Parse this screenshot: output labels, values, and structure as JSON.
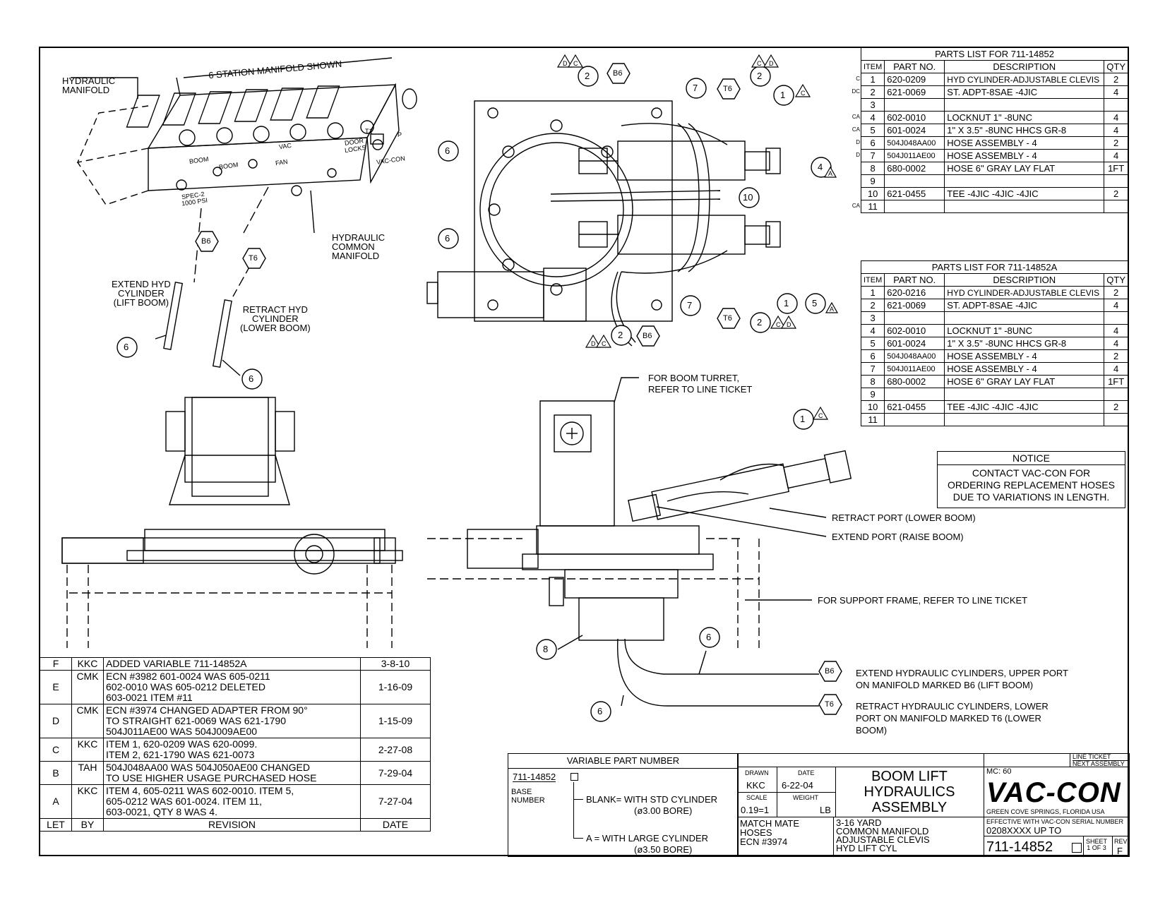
{
  "parts_list_a": {
    "title": "PARTS LIST FOR 711-14852",
    "headers": [
      "ITEM",
      "PART NO.",
      "DESCRIPTION",
      "QTY"
    ],
    "rows": [
      [
        "1",
        "620-0209",
        "HYD CYLINDER-ADJUSTABLE CLEVIS",
        "2"
      ],
      [
        "2",
        "621-0069",
        "ST. ADPT-8SAE -4JIC",
        "4"
      ],
      [
        "3",
        "",
        "",
        ""
      ],
      [
        "4",
        "602-0010",
        "LOCKNUT 1\" -8UNC",
        "4"
      ],
      [
        "5",
        "601-0024",
        "1\" X 3.5\" -8UNC HHCS GR-8",
        "4"
      ],
      [
        "6",
        "504J048AA00",
        "HOSE ASSEMBLY - 4",
        "2"
      ],
      [
        "7",
        "504J011AE00",
        "HOSE ASSEMBLY - 4",
        "4"
      ],
      [
        "8",
        "680-0002",
        "HOSE 6\" GRAY LAY FLAT",
        "1FT"
      ],
      [
        "9",
        "",
        "",
        ""
      ],
      [
        "10",
        "621-0455",
        "TEE -4JIC -4JIC -4JIC",
        "2"
      ],
      [
        "11",
        "",
        "",
        ""
      ]
    ]
  },
  "parts_list_b": {
    "title": "PARTS LIST FOR 711-14852A",
    "headers": [
      "ITEM",
      "PART NO.",
      "DESCRIPTION",
      "QTY"
    ],
    "rows": [
      [
        "1",
        "620-0216",
        "HYD CYLINDER-ADJUSTABLE CLEVIS",
        "2"
      ],
      [
        "2",
        "621-0069",
        "ST. ADPT-8SAE -4JIC",
        "4"
      ],
      [
        "3",
        "",
        "",
        ""
      ],
      [
        "4",
        "602-0010",
        "LOCKNUT 1\" -8UNC",
        "4"
      ],
      [
        "5",
        "601-0024",
        "1\" X 3.5\" -8UNC HHCS GR-8",
        "4"
      ],
      [
        "6",
        "504J048AA00",
        "HOSE ASSEMBLY - 4",
        "2"
      ],
      [
        "7",
        "504J011AE00",
        "HOSE ASSEMBLY - 4",
        "4"
      ],
      [
        "8",
        "680-0002",
        "HOSE 6\" GRAY LAY FLAT",
        "1FT"
      ],
      [
        "9",
        "",
        "",
        ""
      ],
      [
        "10",
        "621-0455",
        "TEE -4JIC -4JIC -4JIC",
        "2"
      ],
      [
        "11",
        "",
        "",
        ""
      ]
    ]
  },
  "rev_markers_a": [
    "C",
    "DC",
    "",
    "CA",
    "CA",
    "D",
    "D",
    "",
    "",
    "",
    "CA"
  ],
  "notice": {
    "title": "NOTICE",
    "lines": [
      "CONTACT VAC-CON FOR",
      "ORDERING REPLACEMENT HOSES",
      "DUE TO VARIATIONS IN LENGTH."
    ]
  },
  "labels": {
    "hydraulic_manifold": [
      "HYDRAULIC",
      "MANIFOLD"
    ],
    "six_station": "6 STATION MANIFOLD SHOWN",
    "common_manifold": [
      "HYDRAULIC",
      "COMMON",
      "MANIFOLD"
    ],
    "extend_cyl": [
      "EXTEND HYD",
      "CYLINDER",
      "(LIFT BOOM)"
    ],
    "retract_cyl": [
      "RETRACT HYD",
      "CYLINDER",
      "(LOWER BOOM)"
    ],
    "boom_turret": [
      "FOR BOOM TURRET,",
      "REFER TO LINE TICKET"
    ],
    "retract_port": "RETRACT PORT (LOWER BOOM)",
    "extend_port": "EXTEND PORT (RAISE BOOM)",
    "support_frame": "FOR SUPPORT FRAME, REFER TO LINE TICKET",
    "b6_note": [
      "EXTEND HYDRAULIC CYLINDERS, UPPER PORT",
      "ON MANIFOLD MARKED B6 (LIFT BOOM)"
    ],
    "t6_note": [
      "RETRACT HYDRAULIC CYLINDERS, LOWER",
      "PORT ON MANIFOLD MARKED T6 (LOWER",
      "BOOM)"
    ],
    "b6": "B6",
    "t6": "T6",
    "manifold_small": [
      "BOOM",
      "BOOM",
      "VAC",
      "FAN",
      "DOOR",
      "LOCKS",
      "SPEC-2",
      "1000 PSI",
      "T1",
      "P",
      "VAC-CON",
      "B6",
      "T6"
    ]
  },
  "balloons": {
    "n1": "1",
    "n2": "2",
    "n4": "4",
    "n5": "5",
    "n6": "6",
    "n7": "7",
    "n8": "8",
    "n10": "10",
    "tri_c": "C",
    "tri_d": "D",
    "tri_a": "A"
  },
  "revisions": {
    "rows": [
      {
        "let": "F",
        "by": "KKC",
        "text": [
          "ADDED VARIABLE 711-14852A"
        ],
        "date": "3-8-10"
      },
      {
        "let": "E",
        "by": "CMK",
        "text": [
          "ECN #3982 601-0024 WAS 605-0211",
          "602-0010 WAS 605-0212 DELETED",
          "603-0021 ITEM #11"
        ],
        "date": "1-16-09"
      },
      {
        "let": "D",
        "by": "CMK",
        "text": [
          "ECN #3974 CHANGED ADAPTER FROM 90°",
          "TO STRAIGHT 621-0069 WAS 621-1790",
          "504J011AE00 WAS 504J009AE00"
        ],
        "date": "1-15-09"
      },
      {
        "let": "C",
        "by": "KKC",
        "text": [
          "ITEM 1, 620-0209 WAS 620-0099.",
          "ITEM 2, 621-1790 WAS 621-0073"
        ],
        "date": "2-27-08"
      },
      {
        "let": "B",
        "by": "TAH",
        "text": [
          "504J048AA00 WAS 504J050AE00 CHANGED",
          "TO USE HIGHER USAGE PURCHASED HOSE"
        ],
        "date": "7-29-04"
      },
      {
        "let": "A",
        "by": "KKC",
        "text": [
          "ITEM 4, 605-0211 WAS 602-0010. ITEM 5,",
          "605-0212 WAS 601-0024. ITEM 11,",
          "603-0021, QTY 8 WAS 4."
        ],
        "date": "7-27-04"
      }
    ],
    "footer": {
      "let": "LET",
      "by": "BY",
      "text": "REVISION",
      "date": "DATE"
    }
  },
  "variable_pn": {
    "title": "VARIABLE PART NUMBER",
    "base": "711-14852",
    "base_label": [
      "BASE",
      "NUMBER"
    ],
    "blank": "BLANK= WITH STD CYLINDER",
    "blank_sub": "(ø3.00 BORE)",
    "a": "A = WITH LARGE CYLINDER",
    "a_sub": "(ø3.50 BORE)"
  },
  "title_block": {
    "drawn_label": "DRAWN",
    "drawn": "KKC",
    "date_label": "DATE",
    "date": "6-22-04",
    "scale_label": "SCALE",
    "scale": "0.19=1",
    "weight_label": "WEIGHT",
    "weight": "LB",
    "title": [
      "BOOM LIFT",
      "HYDRAULICS",
      "ASSEMBLY"
    ],
    "match_mate": [
      "MATCH MATE",
      "HOSES",
      "ECN #3974"
    ],
    "desc": [
      "3-16 YARD",
      "COMMON MANIFOLD",
      "ADJUSTABLE CLEVIS",
      "HYD LIFT CYL"
    ],
    "mc": "MC: 60",
    "line_ticket": "LINE TICKET",
    "next_assembly": "NEXT ASSEMBLY",
    "logo": "VAC-CON",
    "location": "GREEN COVE SPRINGS, FLORIDA USA",
    "effective": "EFFECTIVE WITH VAC-CON SERIAL NUMBER",
    "serial": "0208XXXX UP TO",
    "part_no": "711-14852",
    "sheet_label": "SHEET",
    "sheet": "1 OF 3",
    "rev_label": "REV",
    "rev": "F"
  }
}
